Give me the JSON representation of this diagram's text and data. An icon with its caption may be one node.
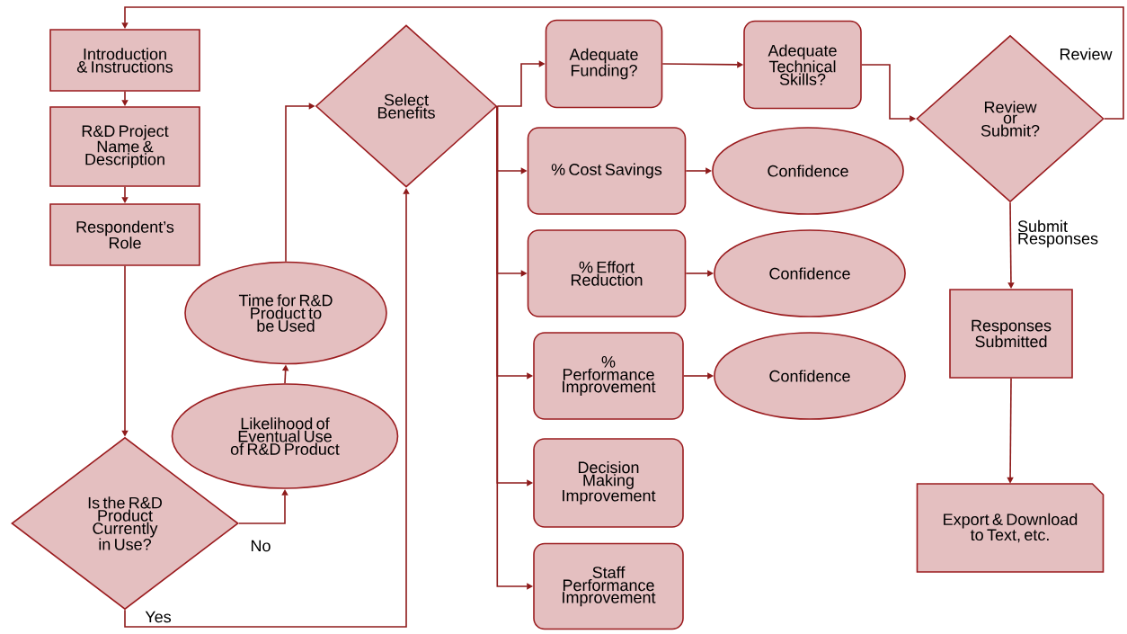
{
  "diagram": {
    "nodes": [
      {
        "text": [
          "Introduction & Instructions"
        ]
      },
      {
        "text": [
          "R&D Project Name & Description"
        ]
      },
      {
        "text": [
          "Respondent’s Role"
        ]
      },
      {
        "text": [
          "Is the R&D Product Currently in Use?"
        ]
      },
      {
        "text": [
          "Likelihood of Eventual Use of R&D Product"
        ]
      },
      {
        "text": [
          "Time for R&D Product to be Used"
        ]
      },
      {
        "text": [
          "Select Benefits"
        ]
      },
      {
        "text": [
          "Adequate Funding?"
        ]
      },
      {
        "text": [
          "Adequate Technical Skills?"
        ]
      },
      {
        "text": [
          "Review or Submit?"
        ]
      },
      {
        "text": [
          "% Cost Savings"
        ]
      },
      {
        "text": [
          "Confidence"
        ]
      },
      {
        "text": [
          "% Effort Reduction"
        ]
      },
      {
        "text": [
          "Confidence"
        ]
      },
      {
        "text": [
          "% Performance Improvement"
        ]
      },
      {
        "text": [
          "Confidence"
        ]
      },
      {
        "text": [
          "Decision Making Improvement"
        ]
      },
      {
        "text": [
          "Staff Performance Improvement"
        ]
      },
      {
        "text": [
          "Responses Submitted"
        ]
      },
      {
        "text": [
          "Export & Download to Text, etc."
        ]
      }
    ],
    "edges": [
      {
        "from": 0,
        "to": 1,
        "arrow": "to"
      },
      {
        "from": 1,
        "to": 2,
        "arrow": "to"
      },
      {
        "from": 2,
        "to": 3,
        "arrow": "to"
      },
      {
        "from": 3,
        "to": 4,
        "arrow": "to",
        "label": "No"
      },
      {
        "from": 3,
        "to": 6,
        "arrow": "to",
        "label": "Yes"
      },
      {
        "from": 4,
        "to": 5,
        "arrow": "to"
      },
      {
        "from": 5,
        "to": 6,
        "arrow": "to"
      },
      {
        "from": 6,
        "to": 7,
        "arrow": "to"
      },
      {
        "from": 6,
        "to": 10,
        "arrow": "to"
      },
      {
        "from": 6,
        "to": 12,
        "arrow": "to"
      },
      {
        "from": 6,
        "to": 14,
        "arrow": "to"
      },
      {
        "from": 6,
        "to": 16,
        "arrow": "to"
      },
      {
        "from": 6,
        "to": 17,
        "arrow": "to"
      },
      {
        "from": 7,
        "to": 8,
        "arrow": "to"
      },
      {
        "from": 8,
        "to": 9,
        "arrow": "to"
      },
      {
        "from": 10,
        "to": 11,
        "arrow": "to"
      },
      {
        "from": 12,
        "to": 13,
        "arrow": "to"
      },
      {
        "from": 14,
        "to": 15,
        "arrow": "to"
      },
      {
        "from": 9,
        "to": 0,
        "arrow": "to",
        "label": "Review"
      },
      {
        "from": 9,
        "to": 18,
        "arrow": "to",
        "label": "Submit Responses"
      },
      {
        "from": 18,
        "to": 19,
        "arrow": "to"
      }
    ]
  }
}
